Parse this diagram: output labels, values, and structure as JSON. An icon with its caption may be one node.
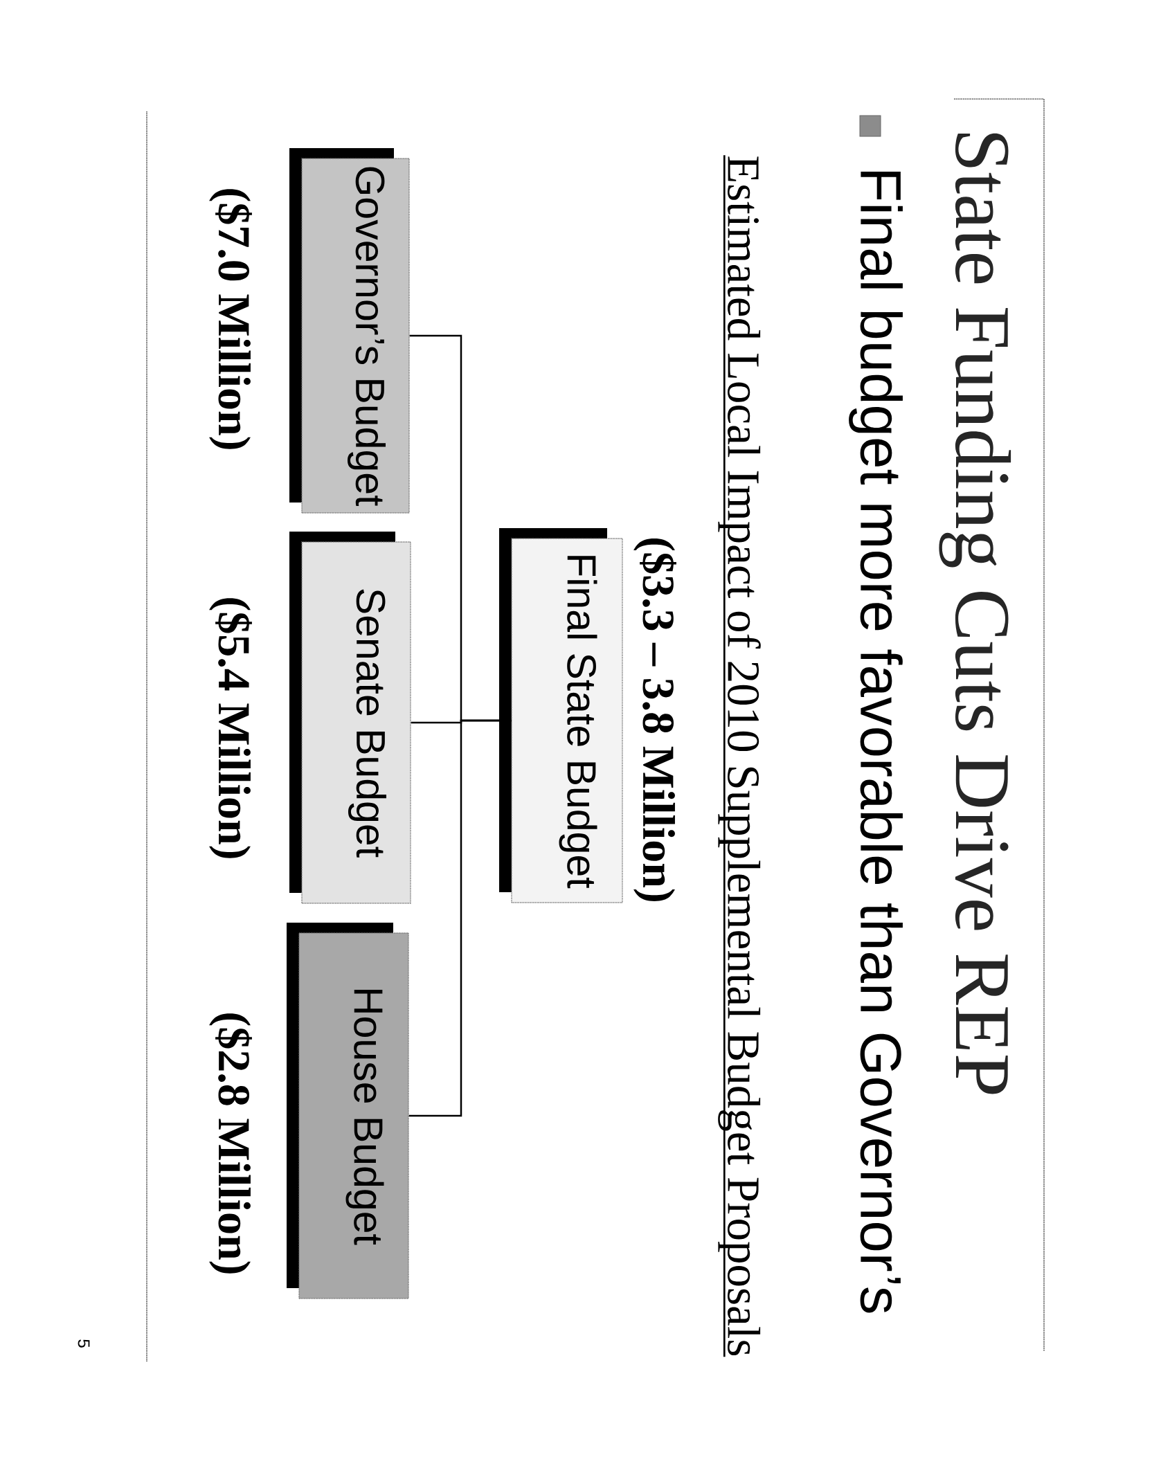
{
  "diagram": {
    "title": "State Funding Cuts Drive REP",
    "nodes": [
      {
        "text": [
          "Final State Budget"
        ],
        "beside": [
          "($3.3 – 3.8 Million)"
        ]
      },
      {
        "text": [
          "Governor’s Budget"
        ],
        "beside": [
          "($7.0 Million)"
        ]
      },
      {
        "text": [
          "Senate Budget"
        ],
        "beside": [
          "($5.4 Million)"
        ]
      },
      {
        "text": [
          "House Budget"
        ],
        "beside": [
          "($2.8 Million)"
        ]
      }
    ],
    "edges": [
      {
        "from": 0,
        "to": 1,
        "arrow": "none"
      },
      {
        "from": 0,
        "to": 2,
        "arrow": "none"
      },
      {
        "from": 0,
        "to": 3,
        "arrow": "none"
      }
    ],
    "labels": [
      "Final budget more favorable than Governor’s",
      "Estimated Local Impact of 2010 Supplemental Budget Proposals",
      "5"
    ]
  }
}
